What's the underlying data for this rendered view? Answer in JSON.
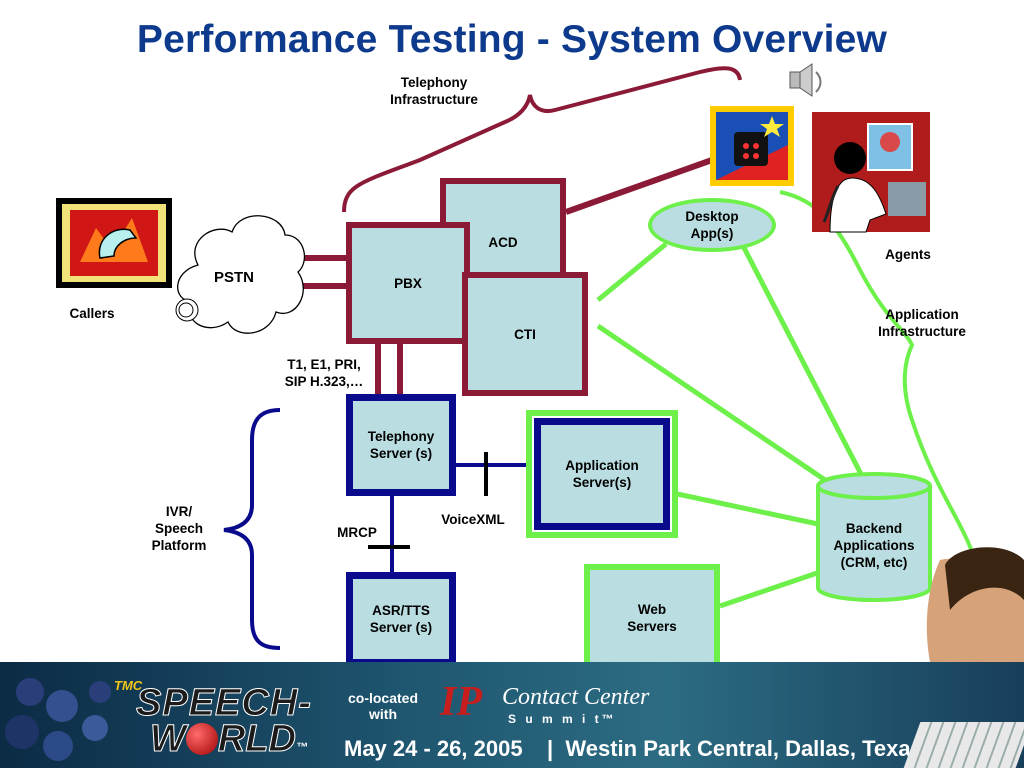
{
  "title": "Performance Testing - System Overview",
  "labels": {
    "telephony_infrastructure": "Telephony\nInfrastructure",
    "callers": "Callers",
    "agents": "Agents",
    "application_infrastructure": "Application\nInfrastructure",
    "protocols": "T1, E1, PRI,\nSIP H.323,…",
    "ivr": "IVR/\nSpeech\nPlatform",
    "mrcp": "MRCP",
    "voicexml": "VoiceXML"
  },
  "nodes": {
    "pstn": "PSTN",
    "acd": "ACD",
    "pbx": "PBX",
    "cti": "CTI",
    "desktop_app": "Desktop\nApp(s)",
    "telephony_server": "Telephony\nServer (s)",
    "application_server": "Application\nServer(s)",
    "asr_tts_server": "ASR/TTS\nServer (s)",
    "web_servers": "Web\nServers",
    "backend_applications": "Backend\nApplications\n(CRM, etc)"
  },
  "banner": {
    "tmc": "TMC",
    "speech": "SPEECH-",
    "world_w": "W",
    "world_rest": "RLD",
    "tm": "™",
    "colocated": "co-located\nwith",
    "ip": "IP",
    "contact_center": "Contact Center",
    "summit": "S u m m i t™",
    "event_line": "May 24 - 26, 2005    |  Westin Park Central, Dallas, Texas"
  },
  "colors": {
    "title": "#0d3a8c",
    "telephony_links": "#8b1a37",
    "ivr_links": "#0a0a8c",
    "app_links": "#6ef04a",
    "box_fill": "#b9dde0"
  }
}
